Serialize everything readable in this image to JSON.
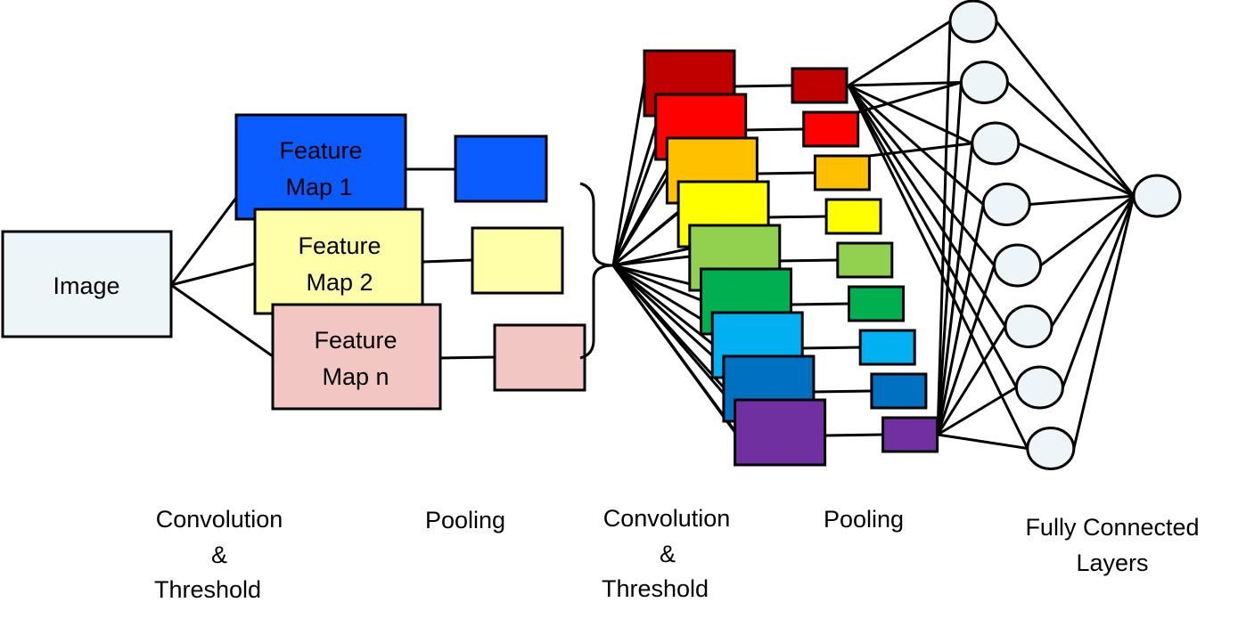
{
  "image_box": {
    "label": "Image",
    "color": "#eef5f8"
  },
  "feature_maps": [
    {
      "line1": "Feature",
      "line2": "Map 1",
      "color": "#0a5cff"
    },
    {
      "line1": "Feature",
      "line2": "Map 2",
      "color": "#ffffaa"
    },
    {
      "line1": "Feature",
      "line2": "Map n",
      "color": "#f2c7c3"
    }
  ],
  "stage2_colors": [
    "#c00000",
    "#ff0000",
    "#ffc000",
    "#ffff00",
    "#92d050",
    "#00b050",
    "#00b0f0",
    "#0070c0",
    "#7030a0"
  ],
  "fc_layer": {
    "hidden_nodes": 8,
    "output_nodes": 1
  },
  "stage_labels": {
    "conv1": [
      "Convolution",
      "&",
      "Threshold"
    ],
    "pool1": [
      "Pooling"
    ],
    "conv2": [
      "Convolution",
      "&",
      "Threshold"
    ],
    "pool2": [
      "Pooling"
    ],
    "fc": [
      "Fully Connected",
      "Layers"
    ]
  }
}
